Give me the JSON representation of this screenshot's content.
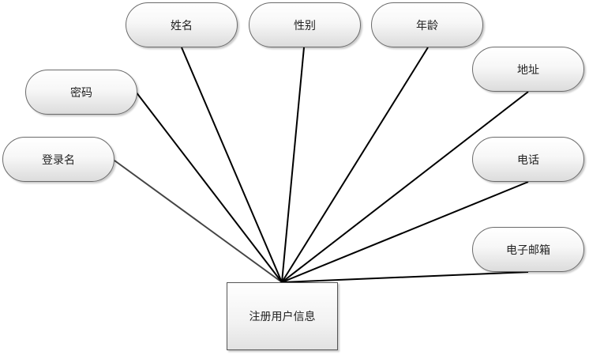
{
  "diagram": {
    "entity": {
      "label": "注册用户信息"
    },
    "attributes": {
      "name": "姓名",
      "gender": "性别",
      "age": "年龄",
      "password": "密码",
      "address": "地址",
      "login_name": "登录名",
      "phone": "电话",
      "email": "电子邮箱"
    },
    "colors": {
      "line": "#000000",
      "border": "#6a6a6a",
      "fill_top": "#ffffff",
      "fill_bottom": "#dcdcdc"
    }
  }
}
